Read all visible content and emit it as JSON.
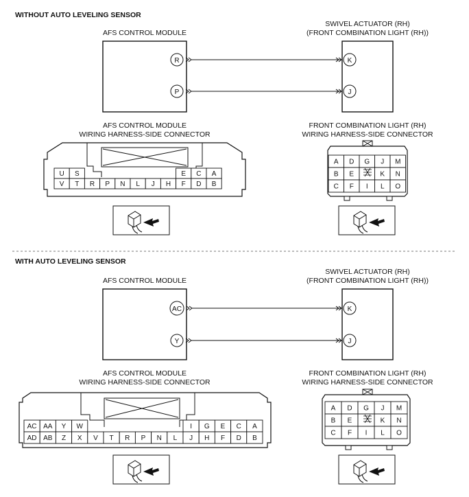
{
  "sections": [
    {
      "heading": "WITHOUT AUTO LEVELING SENSOR",
      "afs_module_label": "AFS CONTROL MODULE",
      "actuator_label_line1": "SWIVEL ACTUATOR (RH)",
      "actuator_label_line2": "(FRONT COMBINATION LIGHT (RH))",
      "wires": [
        {
          "from_pin": "R",
          "to_pin": "K"
        },
        {
          "from_pin": "P",
          "to_pin": "J"
        }
      ],
      "afs_connector_label_line1": "AFS CONTROL MODULE",
      "afs_connector_label_line2": "WIRING HARNESS-SIDE CONNECTOR",
      "afs_connector_top_row": [
        "U",
        "S",
        "",
        "",
        "",
        "",
        "",
        "",
        "E",
        "C",
        "A"
      ],
      "afs_connector_bottom_row": [
        "V",
        "T",
        "R",
        "P",
        "N",
        "L",
        "J",
        "H",
        "F",
        "D",
        "B"
      ],
      "light_connector_label_line1": "FRONT COMBINATION LIGHT (RH)",
      "light_connector_label_line2": "WIRING HARNESS-SIDE CONNECTOR",
      "light_connector_rows": [
        [
          "A",
          "D",
          "G",
          "J",
          "M"
        ],
        [
          "B",
          "E",
          "",
          "K",
          "N"
        ],
        [
          "C",
          "F",
          "I",
          "L",
          "O"
        ]
      ]
    },
    {
      "heading": "WITH AUTO LEVELING SENSOR",
      "afs_module_label": "AFS CONTROL MODULE",
      "actuator_label_line1": "SWIVEL ACTUATOR (RH)",
      "actuator_label_line2": "(FRONT COMBINATION LIGHT (RH))",
      "wires": [
        {
          "from_pin": "AC",
          "to_pin": "K"
        },
        {
          "from_pin": "Y",
          "to_pin": "J"
        }
      ],
      "afs_connector_label_line1": "AFS CONTROL MODULE",
      "afs_connector_label_line2": "WIRING HARNESS-SIDE CONNECTOR",
      "afs_connector_top_row": [
        "AC",
        "AA",
        "Y",
        "W",
        "",
        "",
        "",
        "",
        "",
        "",
        "I",
        "G",
        "E",
        "C",
        "A"
      ],
      "afs_connector_bottom_row": [
        "AD",
        "AB",
        "Z",
        "X",
        "V",
        "T",
        "R",
        "P",
        "N",
        "L",
        "J",
        "H",
        "F",
        "D",
        "B"
      ],
      "light_connector_label_line1": "FRONT COMBINATION LIGHT (RH)",
      "light_connector_label_line2": "WIRING HARNESS-SIDE CONNECTOR",
      "light_connector_rows": [
        [
          "A",
          "D",
          "G",
          "J",
          "M"
        ],
        [
          "B",
          "E",
          "",
          "K",
          "N"
        ],
        [
          "C",
          "F",
          "I",
          "L",
          "O"
        ]
      ]
    }
  ],
  "icons": [
    "connector-view-icon",
    "blank-pin-icon"
  ]
}
